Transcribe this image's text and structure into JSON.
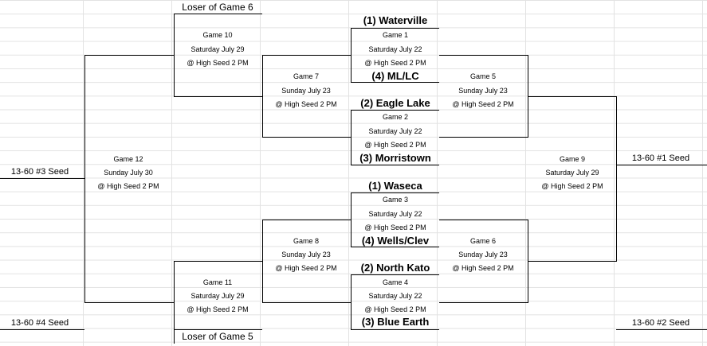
{
  "games": {
    "g1": {
      "label": "Game 1",
      "date": "Saturday July 22",
      "time": "@ High Seed 2 PM"
    },
    "g2": {
      "label": "Game 2",
      "date": "Saturday July 22",
      "time": "@ High Seed 2 PM"
    },
    "g3": {
      "label": "Game 3",
      "date": "Saturday July 22",
      "time": "@ High Seed 2 PM"
    },
    "g4": {
      "label": "Game 4",
      "date": "Saturday July 22",
      "time": "@ High Seed 2 PM"
    },
    "g5": {
      "label": "Game 5",
      "date": "Sunday July 23",
      "time": "@ High Seed 2 PM"
    },
    "g6": {
      "label": "Game 6",
      "date": "Sunday July 23",
      "time": "@ High Seed 2 PM"
    },
    "g7": {
      "label": "Game 7",
      "date": "Sunday July 23",
      "time": "@ High Seed 2 PM"
    },
    "g8": {
      "label": "Game 8",
      "date": "Sunday July 23",
      "time": "@ High Seed 2 PM"
    },
    "g9": {
      "label": "Game 9",
      "date": "Saturday July 29",
      "time": "@ High Seed 2 PM"
    },
    "g10": {
      "label": "Game 10",
      "date": "Saturday July 29",
      "time": "@ High Seed 2 PM"
    },
    "g11": {
      "label": "Game 11",
      "date": "Saturday July 29",
      "time": "@ High Seed 2 PM"
    },
    "g12": {
      "label": "Game 12",
      "date": "Sunday July 30",
      "time": "@ High Seed 2 PM"
    }
  },
  "teams": {
    "waterville": "(1) Waterville",
    "ml_lc": "(4) ML/LC",
    "eagle_lake": "(2) Eagle Lake",
    "morristown": "(3) Morristown",
    "waseca": "(1) Waseca",
    "wells_clev": "(4) Wells/Clev",
    "north_kato": "(2) North Kato",
    "blue_earth": "(3) Blue Earth"
  },
  "advancement": {
    "seed1": "13-60 #1 Seed",
    "seed2": "13-60 #2 Seed",
    "seed3": "13-60 #3 Seed",
    "seed4": "13-60 #4 Seed",
    "loser_g6": "Loser of Game 6",
    "loser_g5": "Loser of Game 5"
  }
}
